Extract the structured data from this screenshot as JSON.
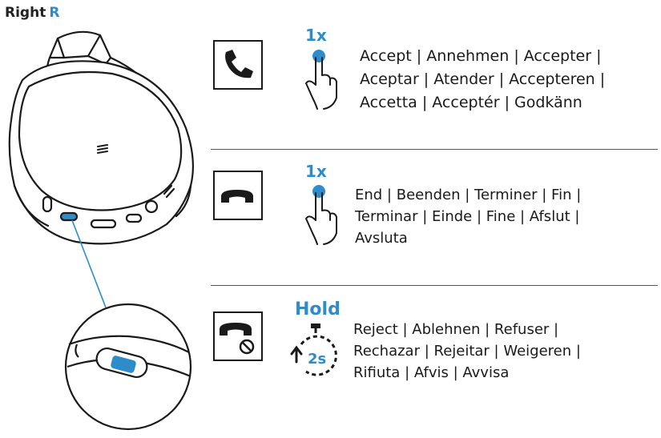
{
  "side": {
    "label": "Right",
    "letter": "R"
  },
  "accent_color": "#2d8cc9",
  "rows": [
    {
      "icon": "phone-accept-icon",
      "gesture": "tap-icon",
      "count": "1x",
      "lines": [
        "Accept | Annehmen | Accepter |",
        "Aceptar | Atender | Accepteren |",
        "Accetta | Acceptér | Godkänn"
      ]
    },
    {
      "icon": "phone-hangup-icon",
      "gesture": "tap-icon",
      "count": "1x",
      "lines": [
        "End | Beenden | Terminer | Fin |",
        "Terminar | Einde | Fine | Afslut |",
        "Avsluta"
      ]
    },
    {
      "icon": "phone-reject-icon",
      "gesture": "timer-icon",
      "count": "Hold",
      "timer": "2s",
      "lines": [
        "Reject | Ablehnen | Refuser |",
        "Rechazar | Rejeitar | Weigeren |",
        "Rifiuta | Afvis | Avvisa"
      ]
    }
  ]
}
